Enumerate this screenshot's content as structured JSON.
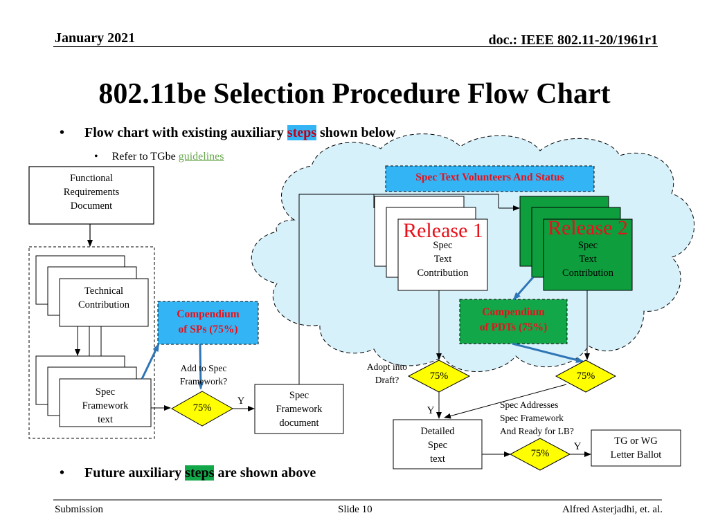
{
  "header": {
    "date": "January 2021",
    "doc": "doc.: IEEE 802.11-20/1961r1"
  },
  "title": "802.11be Selection Procedure Flow Chart",
  "bullets": {
    "b1_pre": "Flow chart with existing auxiliary ",
    "b1_hl": "steps",
    "b1_post": " shown below",
    "b2_pre": "Refer to TGbe ",
    "b2_link": "guidelines",
    "b3_pre": "Future auxiliary ",
    "b3_hl": "steps",
    "b3_post": " are shown above"
  },
  "diagram": {
    "func_req": [
      "Functional",
      "Requirements",
      "Document"
    ],
    "tech_contrib": [
      "Technical",
      "Contribution"
    ],
    "spec_fw_text": [
      "Spec",
      "Framework",
      "text"
    ],
    "compendium_sps": [
      "Compendium",
      "of SPs (75%)"
    ],
    "add_to_spec": [
      "Add to Spec",
      "Framework?"
    ],
    "decision_75": "75%",
    "yes": "Y",
    "spec_fw_doc": [
      "Spec",
      "Framework",
      "document"
    ],
    "spec_text_volunteers": "Spec Text Volunteers And Status",
    "release1": "Release 1",
    "release2": "Release 2",
    "spec_text_contrib": [
      "Spec",
      "Text",
      "Contribution"
    ],
    "compendium_pdts": [
      "Compendium",
      "of PDTs (75%)"
    ],
    "adopt_into": [
      "Adopt into",
      "Draft?"
    ],
    "detailed_spec": [
      "Detailed",
      "Spec",
      "text"
    ],
    "spec_addresses": [
      "Spec Addresses",
      "Spec Framework",
      "And Ready for LB?"
    ],
    "letter_ballot": [
      "TG or WG",
      "Letter Ballot"
    ]
  },
  "footer": {
    "left": "Submission",
    "center": "Slide 10",
    "right": "Alfred Asterjadhi, et. al."
  },
  "colors": {
    "cloud": "#d7f1fb",
    "highlight_blue": "#33b5f5",
    "highlight_green": "#12a84a",
    "release_green": "#0e9e3e",
    "decision_yellow": "#ffff00",
    "red_text": "#e8101a",
    "arrow_blue": "#2e75b6"
  }
}
